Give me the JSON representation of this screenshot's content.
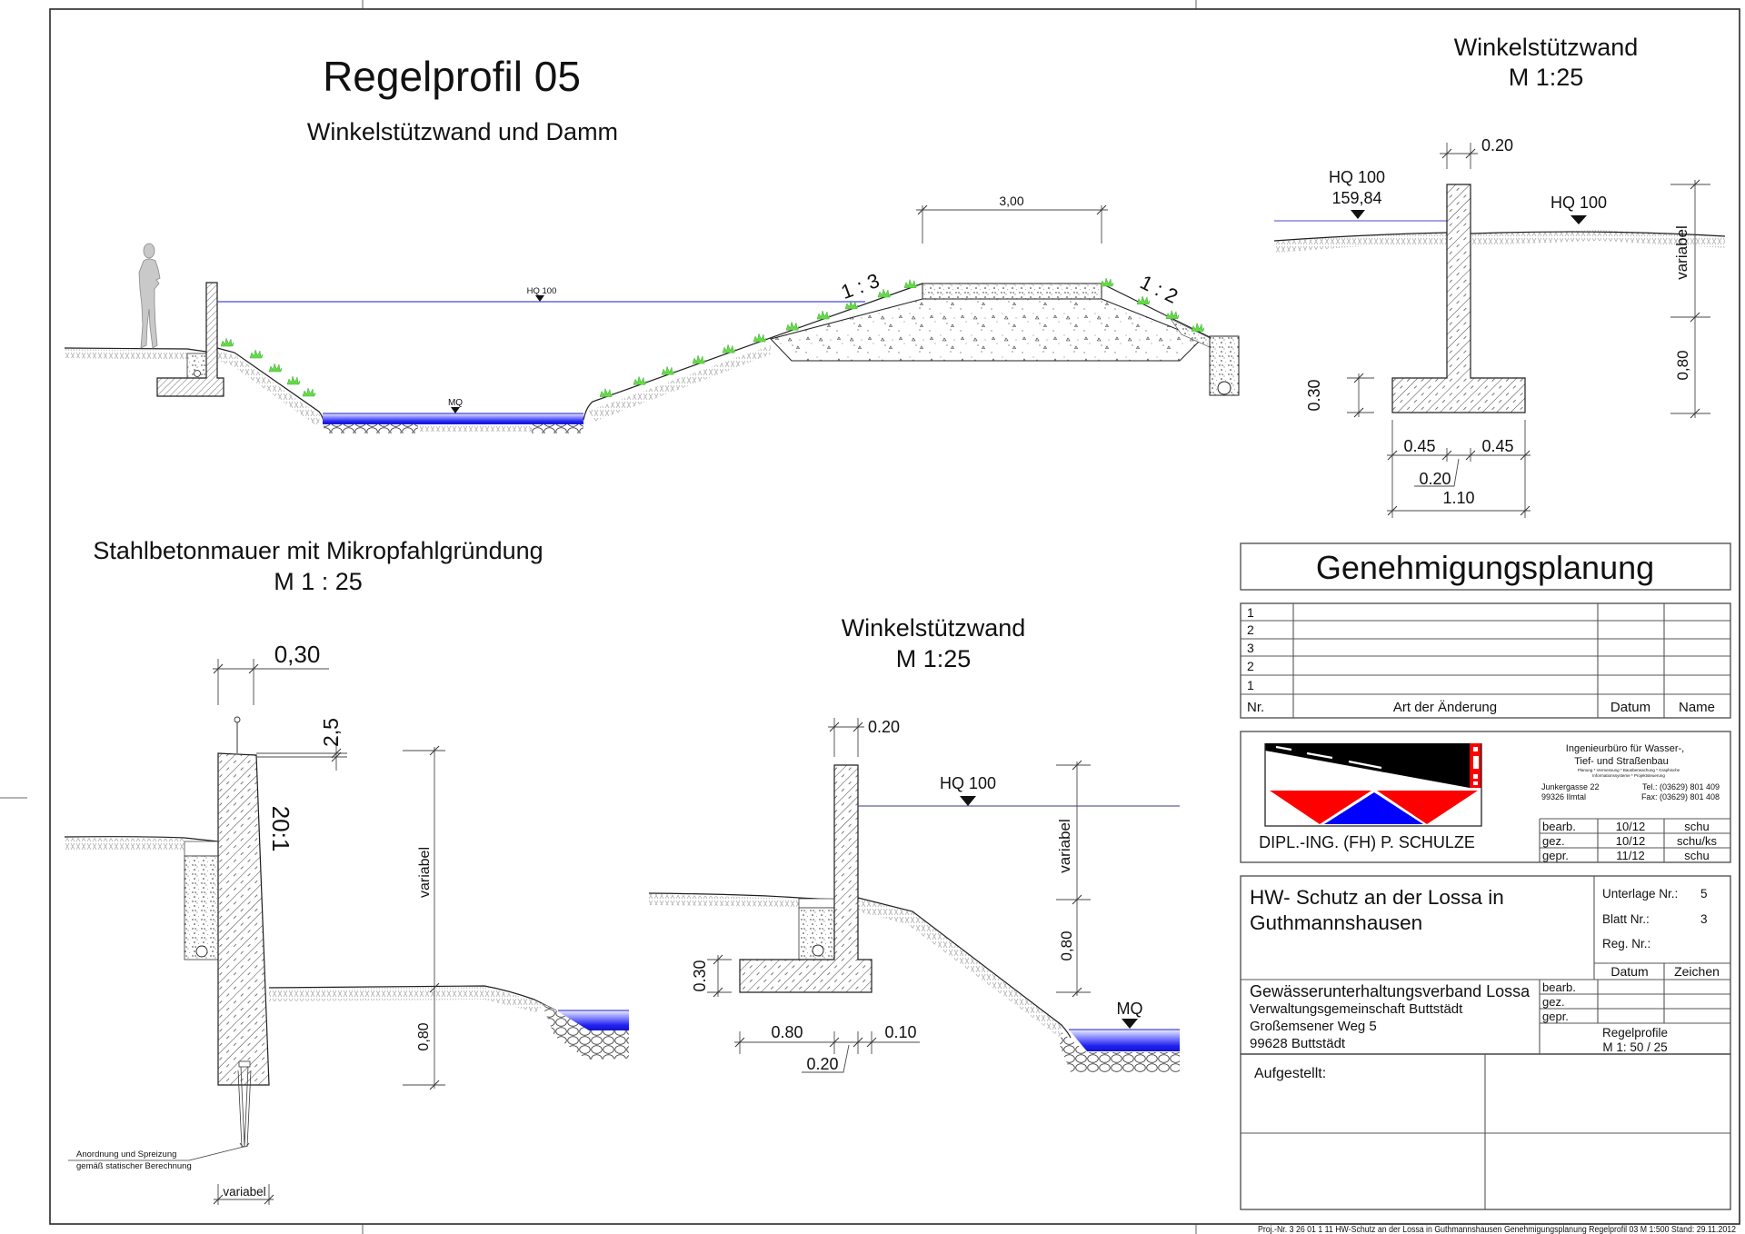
{
  "sheet": {
    "title": "Regelprofil 05",
    "subtitle": "Winkelstützwand und Damm",
    "footer": "Proj.-Nr. 3 26 01 1 11 HW-Schutz an der Lossa in Guthmannshausen Genehmigungsplanung Regelprofil 03 M 1:500 Stand: 29.11.2012"
  },
  "colors": {
    "water": "#2020f0",
    "water_light": "#eef0ff",
    "water_surface": "#1c1cc0",
    "hq_line": "#4b4bd6",
    "grass": "#66dd44",
    "logo_red": "#ff0000",
    "logo_blue": "#0000ff",
    "logo_black": "#000000",
    "person": "#c9c9c9"
  },
  "main_profile": {
    "hq_label": "HQ 100",
    "mq_label": "MQ",
    "crest_width": "3,00",
    "slope_waterside": "1 : 3",
    "slope_landside": "1 : 2"
  },
  "detail_winkel_top": {
    "title": "Winkelstützwand",
    "scale": "M 1:25",
    "hq_left_label": "HQ 100",
    "hq_left_level": "159,84",
    "hq_right_label": "HQ 100",
    "stem_width": "0.20",
    "footing_height": "0.30",
    "toe_width": "0.45",
    "stem_base_width": "0.20",
    "heel_width": "0.45",
    "footing_width": "1.10",
    "wall_height": "variabel",
    "embedment_depth": "0,80"
  },
  "detail_mikropfahl": {
    "title": "Stahlbetonmauer mit Mikropfahlgründung",
    "scale": "M 1 : 25",
    "top_width": "0,30",
    "railing_height": "2,5",
    "batter": "20:1",
    "wall_height": "variabel",
    "embedment_depth": "0,80",
    "pile_note_1": "Anordnung und Spreizung",
    "pile_note_2": "gemäß statischer Berechnung",
    "pile_spread": "variabel"
  },
  "detail_winkel_bottom": {
    "title": "Winkelstützwand",
    "scale": "M 1:25",
    "stem_width": "0.20",
    "hq_label": "HQ 100",
    "mq_label": "MQ",
    "wall_height": "variabel",
    "embedment_depth": "0,80",
    "footing_height": "0.30",
    "heel_width": "0.80",
    "stem_base_width": "0.20",
    "toe_width": "0.10"
  },
  "title_block": {
    "phase": "Genehmigungsplanung",
    "revisions": {
      "rows": [
        {
          "nr": "1"
        },
        {
          "nr": "2"
        },
        {
          "nr": "3"
        },
        {
          "nr": "2"
        },
        {
          "nr": "1"
        }
      ],
      "headers": {
        "nr": "Nr.",
        "change": "Art der Änderung",
        "date": "Datum",
        "name": "Name"
      }
    },
    "office": {
      "logo_name": "DIPL.-ING. (FH) P. SCHULZE",
      "line1": "Ingenieurbüro für Wasser-,",
      "line2": "Tief- und Straßenbau",
      "services_1": "Planung * Vermessung * Bauüberwachung * Graphische",
      "services_2": "Informationssysteme * Projektsteuerung",
      "street": "Junkergasse 22",
      "city": "99326 Ilmtal",
      "tel": "Tel.: (03629) 801 409",
      "fax": "Fax: (03629) 801 408",
      "signatures": [
        {
          "role": "bearb.",
          "date": "10/12",
          "name": "schu"
        },
        {
          "role": "gez.",
          "date": "10/12",
          "name": "schu/ks"
        },
        {
          "role": "gepr.",
          "date": "11/12",
          "name": "schu"
        }
      ]
    },
    "project": {
      "title_1": "HW- Schutz an der Lossa in",
      "title_2": "Guthmannshausen",
      "unterlage_label": "Unterlage Nr.:",
      "unterlage_value": "5",
      "blatt_label": "Blatt Nr.:",
      "blatt_value": "3",
      "reg_label": "Reg. Nr.:",
      "datum_header": "Datum",
      "zeichen_header": "Zeichen",
      "client_name": "Gewässerunterhaltungsverband Lossa",
      "client_line1": "Verwaltungsgemeinschaft Buttstädt",
      "client_line2": "Großemsener Weg 5",
      "client_line3": "99628 Buttstädt",
      "roles": [
        "bearb.",
        "gez.",
        "gepr."
      ],
      "drawing_type": "Regelprofile",
      "drawing_scale": "M 1: 50 / 25"
    },
    "approval": {
      "label": "Aufgestellt:"
    }
  }
}
